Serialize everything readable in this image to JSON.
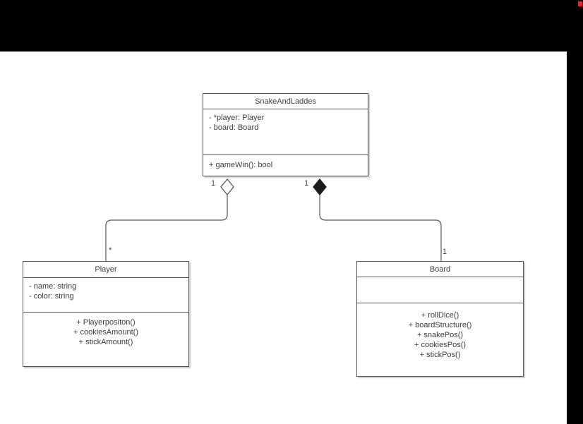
{
  "canvas": {
    "background_color": "#ffffff",
    "top_bar_color": "#000000",
    "right_bar_color": "#000000",
    "record_indicator_color": "#e8251f",
    "stroke_color": "#565656",
    "text_color": "#3d3d3d"
  },
  "diagram": {
    "type": "uml-class-diagram",
    "classes": [
      {
        "name": "SnakeAndLaddes",
        "attributes": [
          "- *player: Player",
          "- board: Board"
        ],
        "methods": [
          "+ gameWin(): bool"
        ]
      },
      {
        "name": "Player",
        "attributes": [
          "- name: string",
          "- color: string"
        ],
        "methods": [
          "+ Playerpositon()",
          "+ cookiesAmount()",
          "+ stickAmount()"
        ]
      },
      {
        "name": "Board",
        "attributes": [],
        "methods": [
          "+ rollDice()",
          "+ boardStructure()",
          "+ snakePos()",
          "+ cookiesPos()",
          "+ stickPos()"
        ]
      }
    ],
    "relations": [
      {
        "from": "SnakeAndLaddes",
        "to": "Player",
        "type": "aggregation",
        "from_multiplicity": "1",
        "to_multiplicity": "*"
      },
      {
        "from": "SnakeAndLaddes",
        "to": "Board",
        "type": "composition",
        "from_multiplicity": "1",
        "to_multiplicity": "1"
      }
    ]
  }
}
